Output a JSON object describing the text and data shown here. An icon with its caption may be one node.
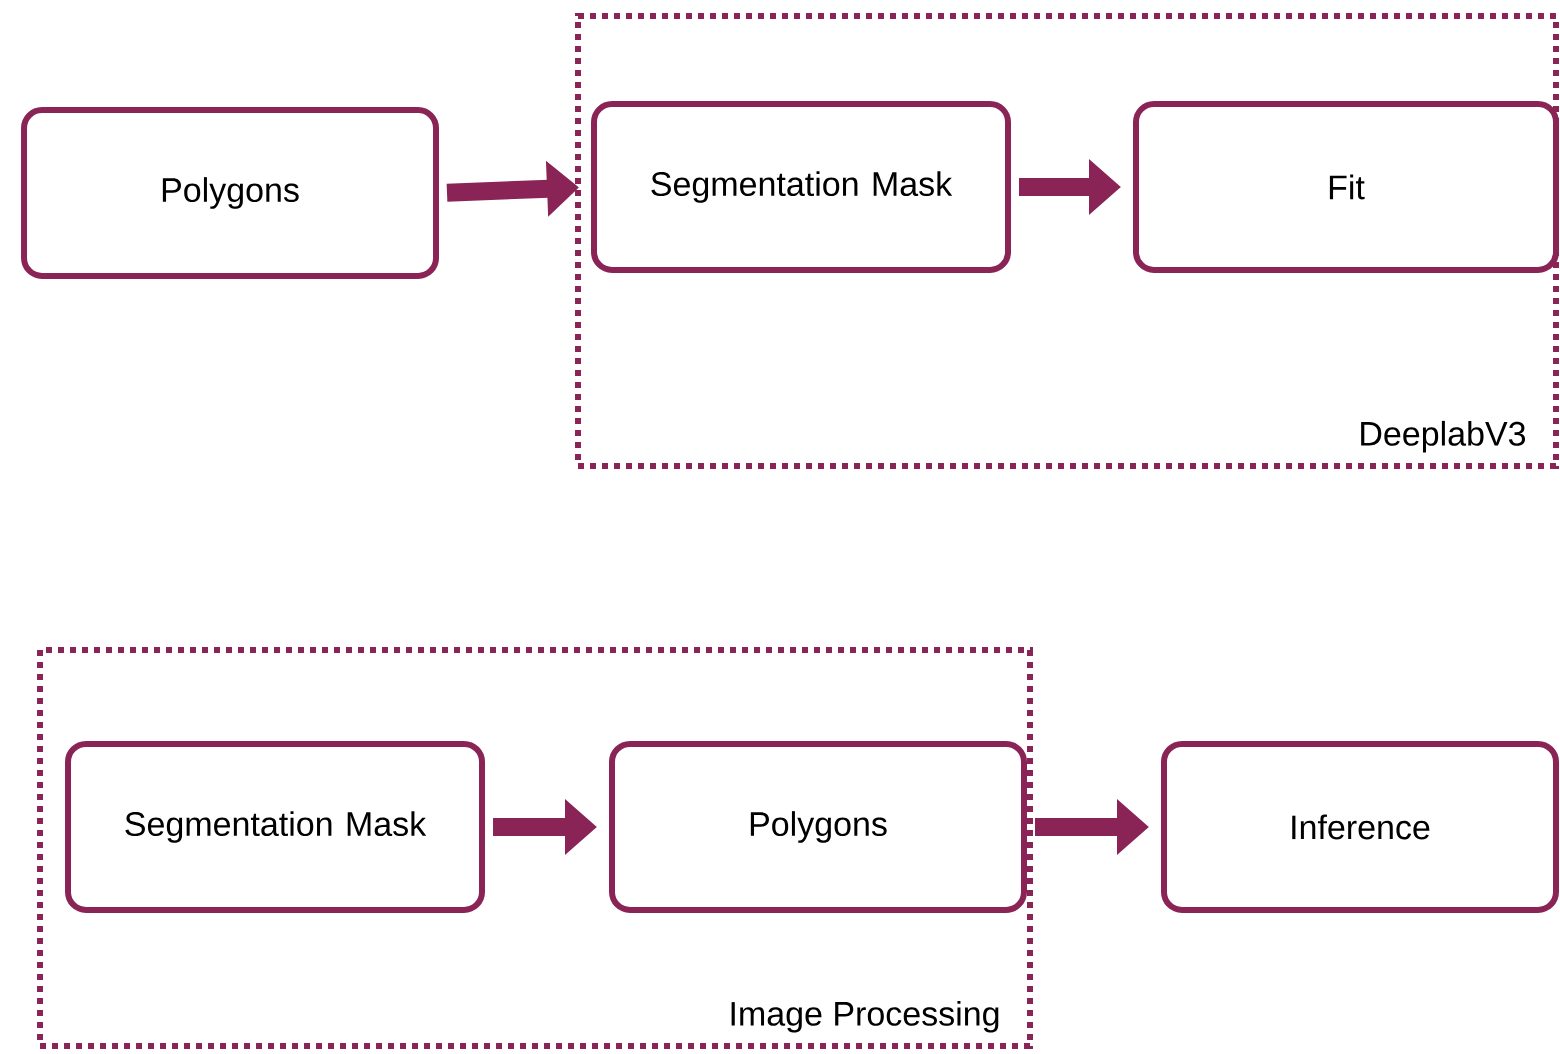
{
  "diagram": {
    "nodes": [
      {
        "text": [
          "Polygons"
        ]
      },
      {
        "text": [
          "DeeplabV3"
        ]
      },
      {
        "text": [
          "Segmentation Mask"
        ],
        "in": 1
      },
      {
        "text": [
          "Fit"
        ],
        "in": 1
      },
      {
        "text": [
          "Image Processing"
        ]
      },
      {
        "text": [
          "Segmentation Mask"
        ],
        "in": 4
      },
      {
        "text": [
          "Polygons"
        ],
        "in": 4
      },
      {
        "text": [
          "Inference"
        ]
      }
    ],
    "edges": [
      {
        "from": 0,
        "to": 2,
        "arrow": "to"
      },
      {
        "from": 2,
        "to": 3,
        "arrow": "to"
      },
      {
        "from": 5,
        "to": 6,
        "arrow": "to"
      },
      {
        "from": 6,
        "to": 7,
        "arrow": "to"
      }
    ]
  }
}
